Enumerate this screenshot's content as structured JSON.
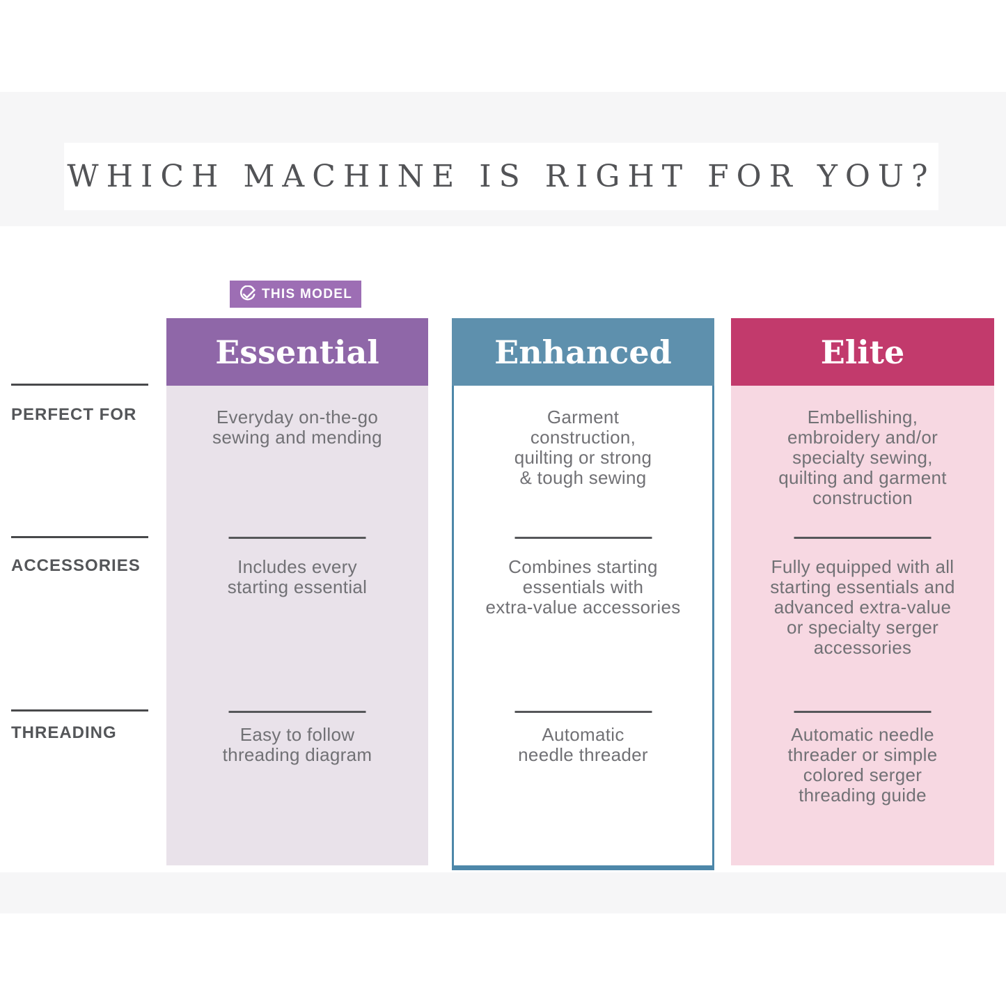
{
  "page": {
    "title": "WHICH MACHINE IS RIGHT FOR YOU?"
  },
  "badge": {
    "label": "THIS MODEL",
    "icon": "check-circle-icon",
    "color": "#9d6eb4"
  },
  "row_labels": [
    {
      "label": "PERFECT FOR"
    },
    {
      "label": "ACCESSORIES"
    },
    {
      "label": "THREADING"
    }
  ],
  "columns": [
    {
      "name": "Essential",
      "tagged_this_model": true,
      "header_color": "#8f67a8",
      "body_color": "#e9e2ea",
      "perfect_for": "Everyday on-the-go\nsewing and mending",
      "accessories": "Includes every\nstarting essential",
      "threading": "Easy to follow\nthreading diagram"
    },
    {
      "name": "Enhanced",
      "tagged_this_model": false,
      "header_color": "#5e90ad",
      "body_color": "#ffffff",
      "border_color": "#4d87a9",
      "perfect_for": "Garment\nconstruction,\nquilting or strong\n& tough sewing",
      "accessories": "Combines starting\nessentials with\nextra-value accessories",
      "threading": "Automatic\nneedle threader"
    },
    {
      "name": "Elite",
      "tagged_this_model": false,
      "header_color": "#c23a6c",
      "body_color": "#f7d8e2",
      "perfect_for": "Embellishing,\nembroidery and/or\nspecialty sewing,\nquilting and garment\nconstruction",
      "accessories": "Fully equipped with all\nstarting essentials and\nadvanced extra-value\nor specialty serger\naccessories",
      "threading": "Automatic needle\nthreader or simple\ncolored serger\nthreading guide"
    }
  ],
  "colors": {
    "page_band": "#f6f6f7",
    "title_text": "#525356",
    "row_label_text": "#545659",
    "body_text": "#717175",
    "divider": "#56575a"
  }
}
